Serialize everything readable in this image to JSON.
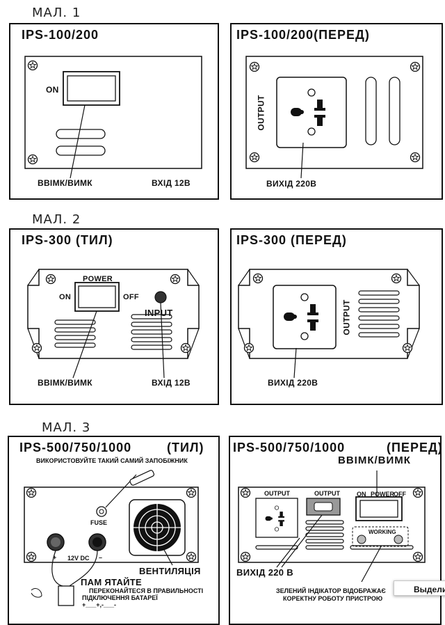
{
  "figures": {
    "fig1": {
      "label": "МАЛ. 1"
    },
    "fig2": {
      "label": "МАЛ. 2"
    },
    "fig3": {
      "label": "МАЛ. 3"
    }
  },
  "panels": {
    "p1": {
      "title": "IPS-100/200",
      "switch_on": "ON",
      "switch_label": "ВВІМК/ВИМК",
      "input_label": "ВХІД 12В"
    },
    "p2": {
      "title": "IPS-100/200(ПЕРЕД)",
      "output_text": "OUTPUT",
      "output_label": "ВИХІД 220В"
    },
    "p3": {
      "title": "IPS-300 (ТИЛ)",
      "power": "POWER",
      "on": "ON",
      "off": "OFF",
      "input": "INPUT",
      "switch_label": "ВВІМК/ВИМК",
      "input_label": "ВХІД 12В"
    },
    "p4": {
      "title": "IPS-300 (ПЕРЕД)",
      "output_text": "OUTPUT",
      "output_label": "ВИХІД 220В"
    },
    "p5": {
      "title": "IPS-500/750/1000",
      "title_suffix": "(ТИЛ)",
      "fuse_note": "ВИКОРИСТОВУЙТЕ ТАКИЙ САМИЙ ЗАПОБІЖНИК",
      "fuse": "FUSE",
      "plus": "+",
      "minus": "–",
      "voltage": "12V DC",
      "vent_label": "ВЕНТИЛЯЦІЯ",
      "remember": "ПАМ ЯТАЙТЕ",
      "remember_note1": "ПЕРЕКОНАЙТЕСЯ В ПРАВИЛЬНОСТІ",
      "remember_note2": "ПІДКЛЮЧЕННЯ БАТАРЕЇ",
      "polarity": "+___+,-___-"
    },
    "p6": {
      "title": "IPS-500/750/1000",
      "title_suffix": "(ПЕРЕД)",
      "switch_label": "ВВІМК/ВИМК",
      "output1": "OUTPUT",
      "output2": "OUTPUT",
      "on": "ON",
      "power": "POWER",
      "off": "OFF",
      "working": "WORKING",
      "output_label": "ВИХІД 220 В",
      "indicator_note1": "ЗЕЛЕНИЙ ІНДІКАТОР ВІДОБРАЖАЄ",
      "indicator_note2": "КОРЕКТНУ РОБОТУ ПРИСТРОЮ"
    }
  },
  "popup": {
    "text": "Выделит"
  }
}
